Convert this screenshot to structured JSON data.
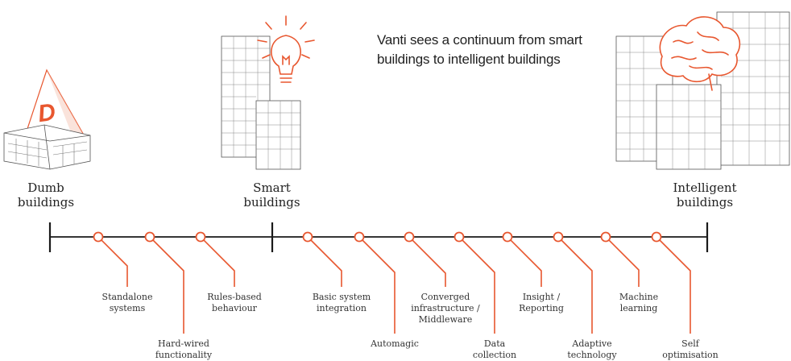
{
  "headline": "Vanti sees a continuum from smart buildings to intelligent buildings",
  "categories": {
    "dumb": [
      "Dumb",
      "buildings"
    ],
    "smart": [
      "Smart",
      "buildings"
    ],
    "intelligent": [
      "Intelligent",
      "buildings"
    ]
  },
  "logo_letter": "D",
  "stages": [
    {
      "lines": [
        "Standalone",
        "systems"
      ]
    },
    {
      "lines": [
        "Hard-wired",
        "functionality"
      ]
    },
    {
      "lines": [
        "Rules-based",
        "behaviour"
      ]
    },
    {
      "lines": [
        "Basic system",
        "integration"
      ]
    },
    {
      "lines": [
        "Automagic"
      ]
    },
    {
      "lines": [
        "Converged",
        "infrastructure /",
        "Middleware"
      ]
    },
    {
      "lines": [
        "Data",
        "collection"
      ]
    },
    {
      "lines": [
        "Insight /",
        "Reporting"
      ]
    },
    {
      "lines": [
        "Adaptive",
        "technology"
      ]
    },
    {
      "lines": [
        "Machine",
        "learning"
      ]
    },
    {
      "lines": [
        "Self",
        "optimisation"
      ]
    }
  ],
  "colors": {
    "accent": "#e8572f",
    "line": "#1a1a1a",
    "sketch": "#555555"
  }
}
